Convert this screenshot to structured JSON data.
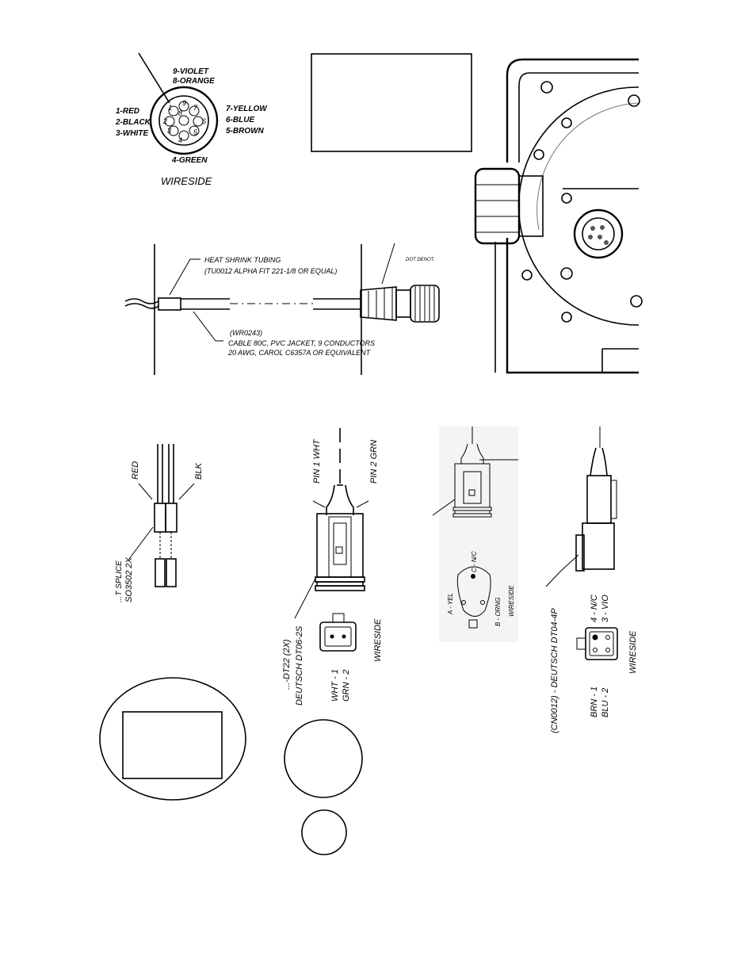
{
  "pin_diagram": {
    "pins_left": [
      "1-RED",
      "2-BLACK",
      "3-WHITE"
    ],
    "pins_top": [
      "9-VIOLET",
      "8-ORANGE"
    ],
    "pins_right": [
      "7-YELLOW",
      "6-BLUE",
      "5-BROWN"
    ],
    "pin_bottom": "4-GREEN",
    "caption": "WIRESIDE",
    "pin_numbers": [
      "1",
      "2",
      "3",
      "4",
      "5",
      "6",
      "7",
      "8",
      "9"
    ]
  },
  "cable": {
    "heat_shrink_label": "HEAT SHRINK TUBING",
    "heat_shrink_spec": "(TU0012 ALPHA FIT 221-1/8 OR EQUAL)",
    "cable_part": "(WR0243)",
    "cable_desc_1": "CABLE 80C, PVC JACKET, 9 CONDUCTORS",
    "cable_desc_2": "20 AWG, CAROL C6357A OR EQUIVALENT",
    "connector_note": "DOT DENOT."
  },
  "splice": {
    "red_label": "RED",
    "blk_label": "BLK",
    "part_label": "SO3502 2X",
    "part_label_cut": "...T SPLICE"
  },
  "dt06": {
    "pin1_label": "PIN 1 WHT",
    "pin2_label": "PIN 2 GRN",
    "part_line_1": "...-DT22 (2X)",
    "part_line_2": "DEUTSCH DT06-2S",
    "wire_1": "WHT - 1",
    "wire_2": "GRN - 2",
    "caption": "WIRESIDE"
  },
  "three_pin": {
    "pin_a": "A - YEL",
    "pin_c": "C - N/C",
    "pin_b": "B - ORNG",
    "caption": "WIRESIDE"
  },
  "dt04": {
    "part_line": "(CN0012) - DEUTSCH DT04-4P",
    "pin4": "4 - N/C",
    "pin3": "3 - VIO",
    "pin1": "BRN - 1",
    "pin2": "BLU - 2",
    "caption": "WIRESIDE"
  }
}
